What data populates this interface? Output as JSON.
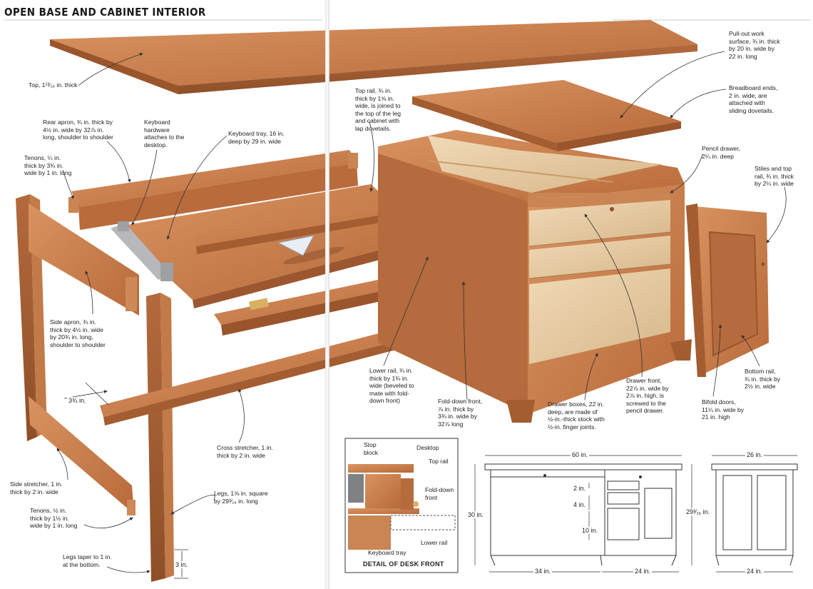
{
  "title": "OPEN BASE AND CABINET INTERIOR",
  "callouts": {
    "top": "Top, 1¹³⁄₁₆ in. thick",
    "rear_apron": "Rear apron, ¾ in. thick by\n4½ in. wide by 32⅞ in.\nlong, shoulder to shoulder",
    "keyboard_hardware": "Keyboard\nhardware\nattaches to the\ndesktop.",
    "keyboard_tray": "Keyboard tray, 16 in.\ndeep by 29 in. wide",
    "tenons_top": "Tenons, ¼ in.\nthick by 3¾ in.\nwide by 1 in. long",
    "side_apron": "Side apron, ¾ in.\nthick by 4½ in. wide\nby 20¾ in. long,\nshoulder to shoulder",
    "side_stretcher": "Side stretcher, 1 in.\nthick by 2 in. wide",
    "tenons_bottom": "Tenons, ½ in.\nthick by 1½ in.\nwide by 1 in. long",
    "legs_taper": "Legs taper to 1 in.\nat the bottom.",
    "cross_stretcher": "Cross stretcher, 1 in.\nthick by 2 in. wide",
    "legs": "Legs, 1⅝ in. square\nby 29³⁄₁₆ in. long",
    "top_rail": "Top rail, ¾ in.\nthick by 1⅝ in.\nwide, is joined to\nthe top of the leg\nand cabinet with\nlap dovetails.",
    "pullout": "Pull-out work\nsurface, ¾ in. thick\nby 20 in. wide by\n22 in. long",
    "breadboard": "Breadboard ends,\n2 in. wide, are\nattached with\nsliding dovetails.",
    "pencil_drawer": "Pencil drawer,\n2¼ in. deep",
    "stiles": "Stiles and top\nrail, ¾ in. thick\nby 2¼ in. wide",
    "lower_rail": "Lower rail, ¾ in.\nthick by 1¾ in.\nwide (beveled to\nmate with fold-\ndown front)",
    "folddown_front": "Fold-down front,\n⅞ in. thick by\n3¾ in. wide by\n32⅞ long",
    "drawer_boxes": "Drawer boxes, 22 in.\ndeep, are made of\n½-in.-thick stock with\n½-in. finger joints.",
    "drawer_front": "Drawer front,\n22⅞ in. wide by\n2⅞ in. high, is\nscrewed to the\npencil drawer.",
    "bottom_rail": "Bottom rail,\n¾ in. thick by\n2½ in. wide",
    "bifold": "Bifold doors,\n11¼ in. wide by\n21 in. high"
  },
  "dims": {
    "d_3_3_4": "3¾ in.",
    "d_3": "3 in.",
    "d_60": "60 in.",
    "d_30": "30 in.",
    "d_2": "2 in.",
    "d_4": "4 in.",
    "d_10": "10 in.",
    "d_34": "34 in.",
    "d_24": "24 in.",
    "d_26": "26 in.",
    "d_29": "29³⁄₁₆ in.",
    "d_24b": "24 in."
  },
  "detail": {
    "caption": "DETAIL OF DESK FRONT",
    "stop_block": "Stop\nblock",
    "desktop": "Desktop",
    "top_rail": "Top rail",
    "folddown": "Fold-down\nfront",
    "lower_rail": "Lower rail",
    "keyboard_tray": "Keyboard tray"
  },
  "colors": {
    "wood": "#c9804e",
    "wood_dark": "#a05a2f",
    "wood_light": "#e0a574",
    "interior": "#e9cfa6",
    "metal": "#a7a9ac"
  }
}
